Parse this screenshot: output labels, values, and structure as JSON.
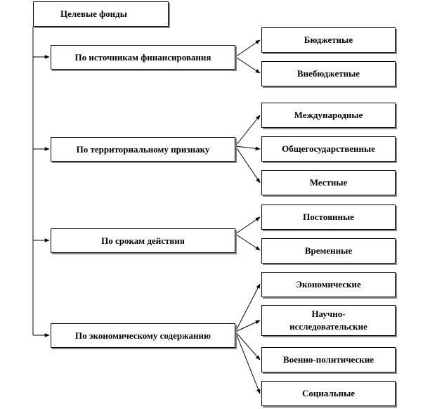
{
  "root": "Целевые фонды",
  "categories": [
    {
      "label": "По источникам финансирования",
      "items": [
        "Бюджетные",
        "Внебюджетные"
      ]
    },
    {
      "label": "По территориальному признаку",
      "items": [
        "Международные",
        "Общегосударственные",
        "Местные"
      ]
    },
    {
      "label": "По срокам действия",
      "items": [
        "Постоянные",
        "Временные"
      ]
    },
    {
      "label": "По экономическому содержанию",
      "items": [
        "Экономические",
        "Научно-исследовательские",
        "Военно-политические",
        "Социальные"
      ]
    }
  ]
}
